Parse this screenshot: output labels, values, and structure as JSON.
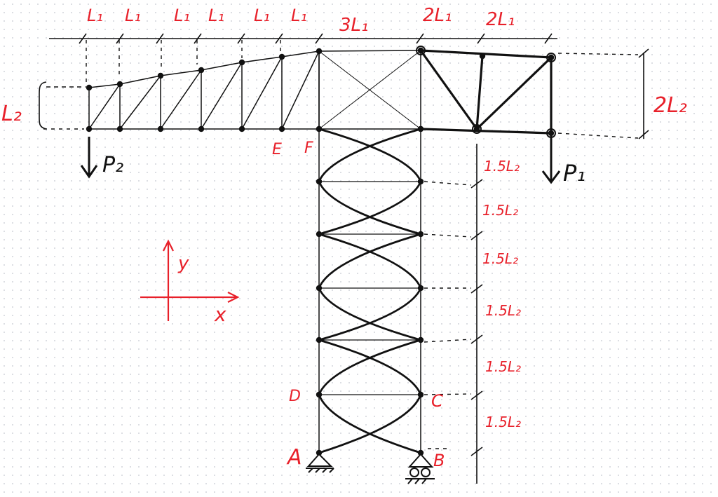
{
  "colors": {
    "ink": "#111111",
    "annotation": "#e8202a",
    "background": "#ffffff"
  },
  "dimensions": {
    "top": [
      "L₁",
      "L₁",
      "L₁",
      "L₁",
      "L₁",
      "L₁",
      "3L₁",
      "2L₁",
      "2L₁"
    ],
    "left_height": "L₂",
    "right_height": "2L₂",
    "tower": [
      "1.5L₂",
      "1.5L₂",
      "1.5L₂",
      "1.5L₂",
      "1.5L₂",
      "1.5L₂"
    ]
  },
  "nodes": {
    "A": "A",
    "B": "B",
    "C": "C",
    "D": "D",
    "E": "E",
    "F": "F"
  },
  "loads": {
    "p1": "P₁",
    "p2": "P₂"
  },
  "axes": {
    "x": "x",
    "y": "y"
  }
}
